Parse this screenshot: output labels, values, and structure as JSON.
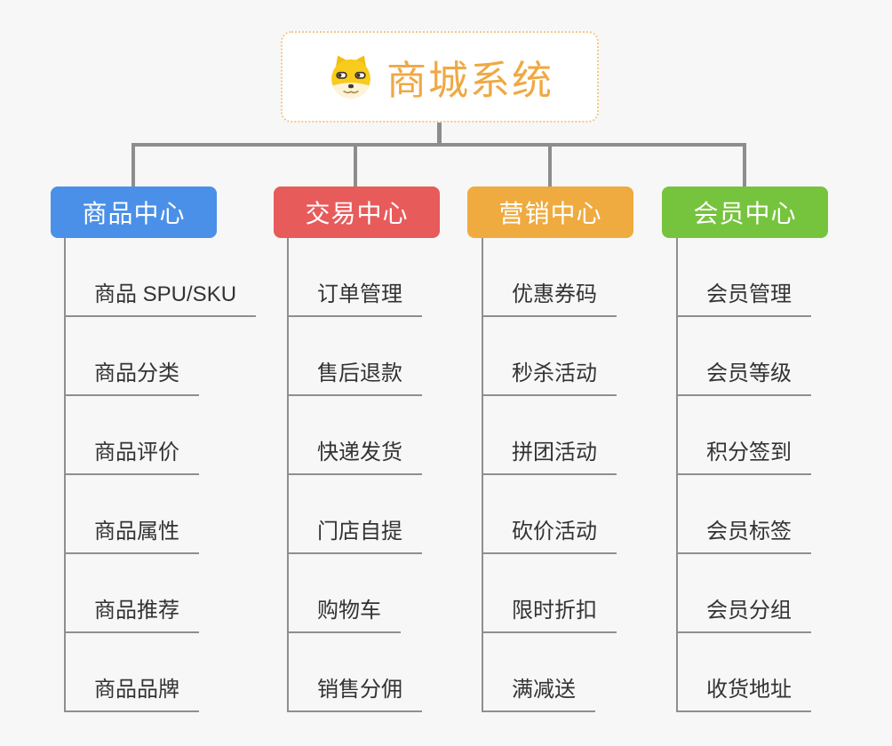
{
  "app": {
    "background_color": "#f7f7f7",
    "connector_color": "#8d8d8d"
  },
  "root": {
    "title": "商城系统",
    "icon": "doge-icon",
    "title_color": "#f0a843",
    "border_color": "#f3c887"
  },
  "branches": [
    {
      "label": "商品中心",
      "color": "#4a90e8",
      "items": [
        "商品 SPU/SKU",
        "商品分类",
        "商品评价",
        "商品属性",
        "商品推荐",
        "商品品牌"
      ]
    },
    {
      "label": "交易中心",
      "color": "#e85b5b",
      "items": [
        "订单管理",
        "售后退款",
        "快递发货",
        "门店自提",
        "购物车",
        "销售分佣"
      ]
    },
    {
      "label": "营销中心",
      "color": "#efab3f",
      "items": [
        "优惠券码",
        "秒杀活动",
        "拼团活动",
        "砍价活动",
        "限时折扣",
        "满减送"
      ]
    },
    {
      "label": "会员中心",
      "color": "#76c43e",
      "items": [
        "会员管理",
        "会员等级",
        "积分签到",
        "会员标签",
        "会员分组",
        "收货地址"
      ]
    }
  ]
}
